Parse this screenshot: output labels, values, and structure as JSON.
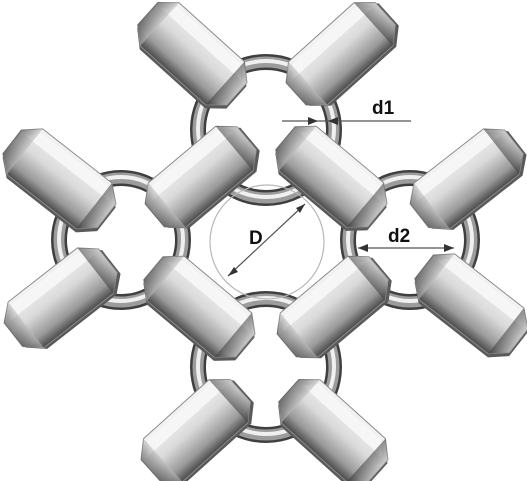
{
  "diagram": {
    "labels": {
      "D": "D",
      "d1": "d1",
      "d2": "d2"
    },
    "colors": {
      "ring_dark": "#3f3f3f",
      "ring_mid": "#9c9c9c",
      "ring_light": "#f0f0f0",
      "link_body": "#d9d9d9",
      "link_shadow": "#5a5a5a",
      "dimension_line": "#555555",
      "inner_circle": "#b8b8b8"
    }
  }
}
